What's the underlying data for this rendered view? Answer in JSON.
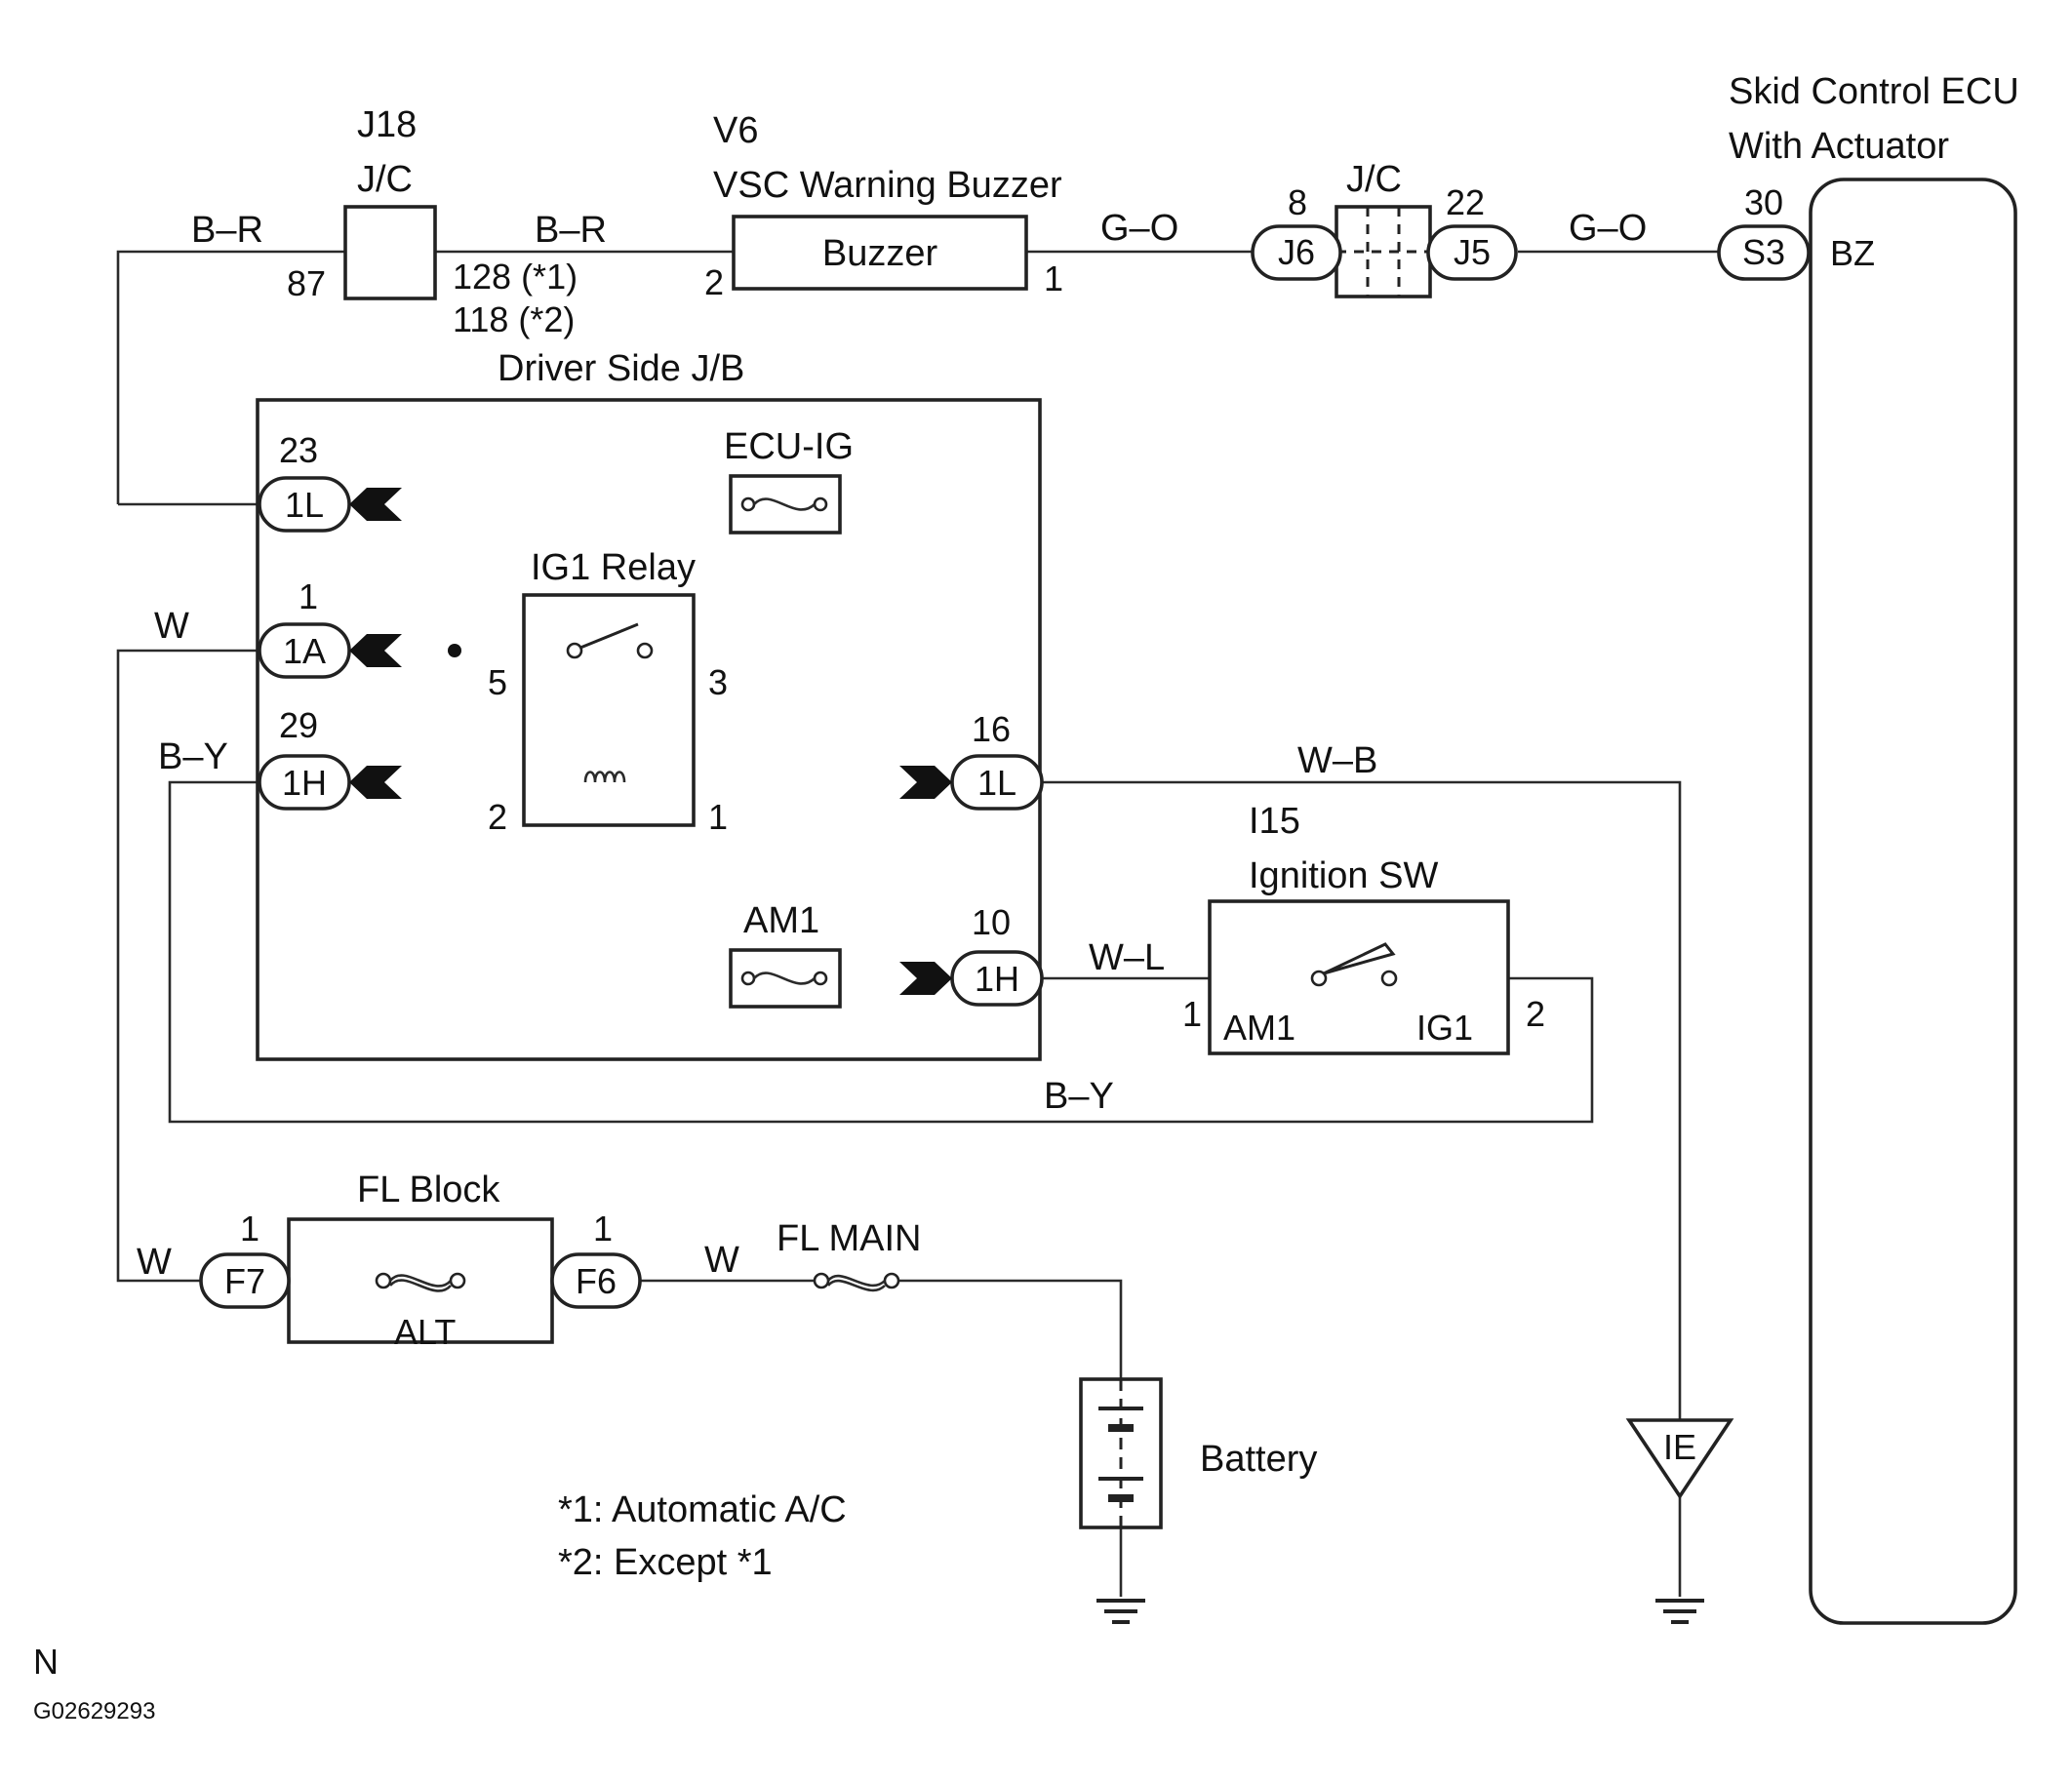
{
  "jc_j18": {
    "code": "J18",
    "name": "J/C",
    "pin": "87",
    "pin_alt1": "128 (*1)",
    "pin_alt2": "118 (*2)"
  },
  "buzzer": {
    "code": "V6",
    "name": "VSC Warning Buzzer",
    "inner": "Buzzer",
    "pin2": "2",
    "pin1": "1"
  },
  "jc_right": {
    "name": "J/C",
    "j6": "J6",
    "j6_pin": "8",
    "j5": "J5",
    "j5_pin": "22"
  },
  "ecu": {
    "title_line1": "Skid Control ECU",
    "title_line2": "With Actuator",
    "conn": "S3",
    "conn_pin": "30",
    "terminal": "BZ"
  },
  "jb": {
    "title": "Driver Side J/B",
    "c1l_top": {
      "id": "1L",
      "pin": "23"
    },
    "c1a": {
      "id": "1A",
      "pin": "1"
    },
    "c1h_left": {
      "id": "1H",
      "pin": "29"
    },
    "c1l_right": {
      "id": "1L",
      "pin": "16"
    },
    "c1h_right": {
      "id": "1H",
      "pin": "10"
    },
    "fuse_ecu_ig": "ECU-IG",
    "fuse_am1": "AM1",
    "relay": {
      "name": "IG1 Relay",
      "p5": "5",
      "p3": "3",
      "p2": "2",
      "p1": "1"
    }
  },
  "ign": {
    "code": "I15",
    "name": "Ignition SW",
    "am1": "AM1",
    "ig1": "IG1",
    "p1": "1",
    "p2": "2"
  },
  "fl_block": {
    "name": "FL Block",
    "fuse": "ALT",
    "f7": "F7",
    "f6": "F6",
    "f7_pin": "1",
    "f6_pin": "1"
  },
  "fl_main": "FL MAIN",
  "battery": "Battery",
  "ground_ie": "IE",
  "wires": {
    "br1": "B–R",
    "br2": "B–R",
    "go1": "G–O",
    "go2": "G–O",
    "w1": "W",
    "by1": "B–Y",
    "wb": "W–B",
    "wl": "W–L",
    "by2": "B–Y",
    "w2": "W",
    "w3": "W"
  },
  "notes": {
    "n1": "*1: Automatic A/C",
    "n2": "*2: Except *1"
  },
  "footer": {
    "letter": "N",
    "code": "G02629293"
  }
}
